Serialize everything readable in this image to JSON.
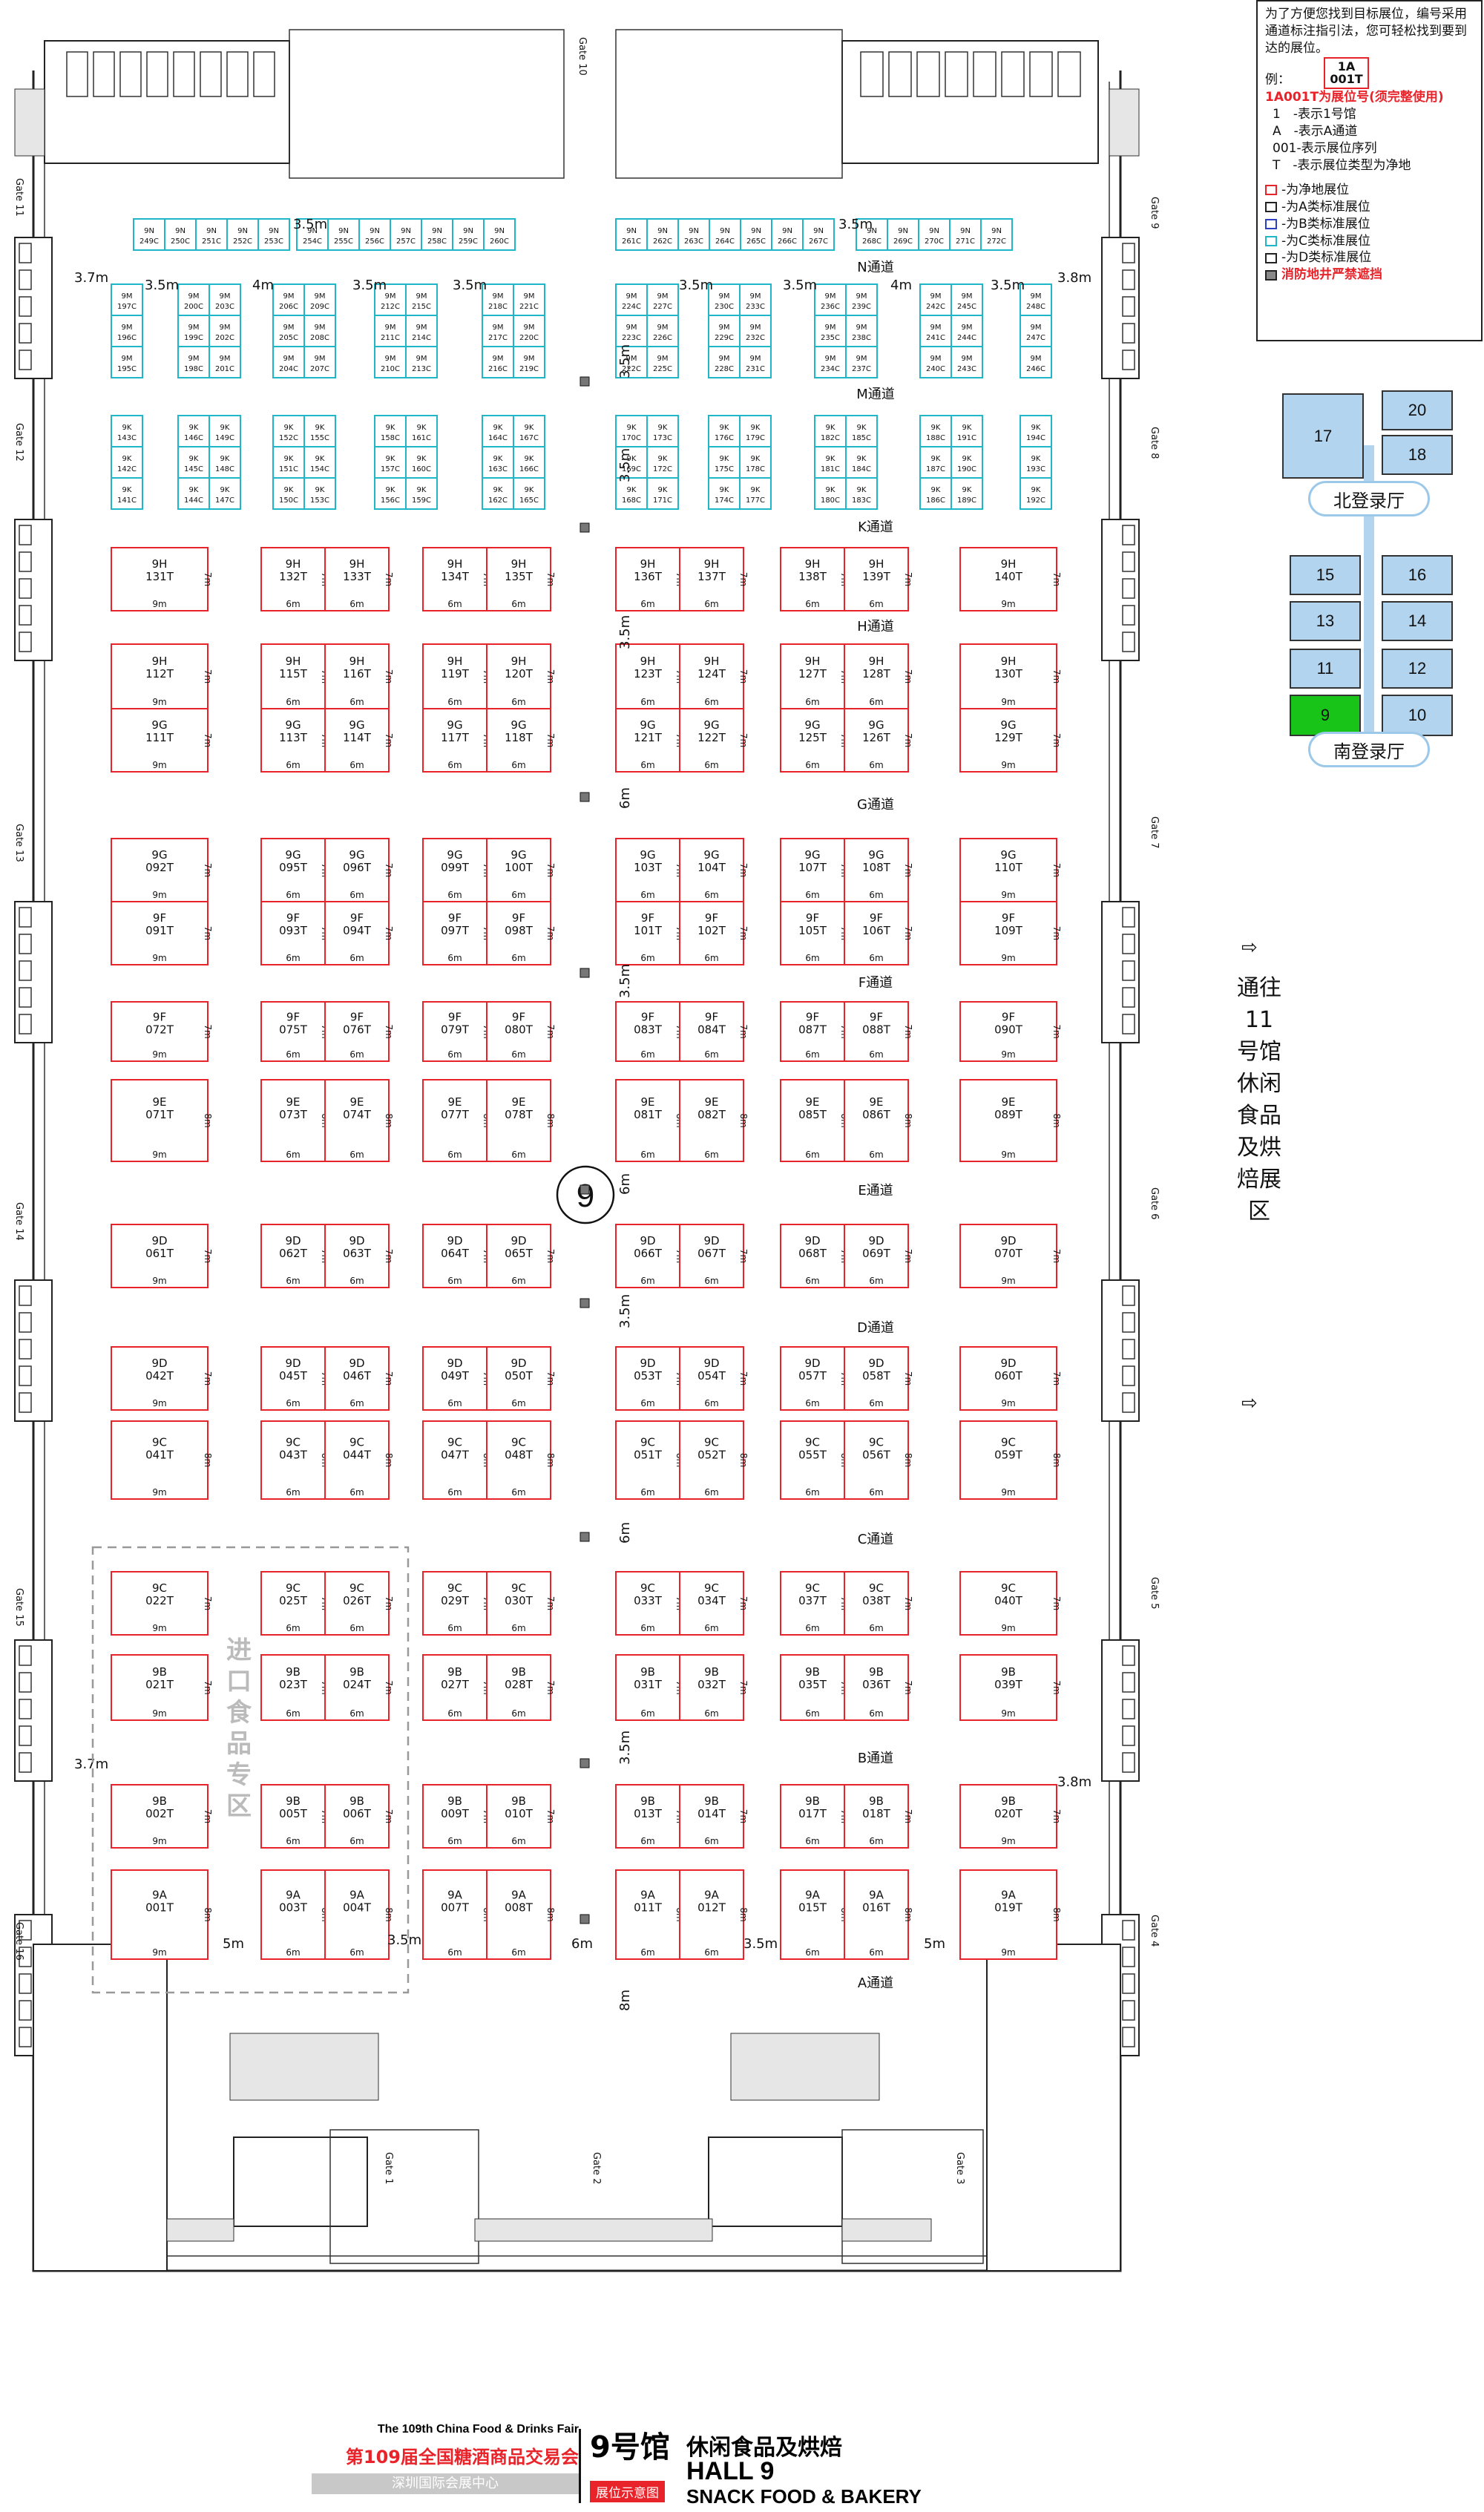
{
  "legend": {
    "intro": "为了方便您找到目标展位，编号采用通道标注指引法，您可轻松找到要到达的展位。",
    "example_label": "例：",
    "example_line1": "1A",
    "example_line2": "001T",
    "example_note": "1A001T为展位号(须完整使用)",
    "explain": [
      "1　-表示1号馆",
      "A　-表示A通道",
      "001-表示展位序列",
      "T　-表示展位类型为净地"
    ],
    "types": [
      {
        "color": "#e8232a",
        "text": "-为净地展位"
      },
      {
        "color": "#222222",
        "text": "-为A类标准展位"
      },
      {
        "color": "#2b3fbf",
        "text": "-为B类标准展位"
      },
      {
        "color": "#1fb6c8",
        "text": "-为C类标准展位"
      },
      {
        "color": "#222222",
        "text": "-为D类标准展位"
      }
    ],
    "fire_note": "消防地井严禁遮挡"
  },
  "halls": {
    "labels": [
      "17",
      "20",
      "18",
      "15",
      "16",
      "13",
      "14",
      "11",
      "12",
      "9",
      "10"
    ],
    "north_lobby": "北登录厅",
    "south_lobby": "南登录厅",
    "current_hall": "9"
  },
  "side_text": "通往11号馆休闲食品及烘焙展区",
  "hall_circle": "9",
  "aisles": [
    "N通道",
    "M通道",
    "K通道",
    "H通道",
    "G通道",
    "F通道",
    "E通道",
    "D通道",
    "C通道",
    "B通道",
    "A通道"
  ],
  "import_zone": "进口食品专区",
  "gates": {
    "left": [
      "Gate 11",
      "Gate 12",
      "Gate 13",
      "Gate 14",
      "Gate 15",
      "Gate 16"
    ],
    "right": [
      "Gate 9",
      "Gate 8",
      "Gate 7",
      "Gate 6",
      "Gate 5",
      "Gate 4"
    ],
    "top": "Gate 10",
    "bottom": [
      "Gate 1",
      "Gate 2",
      "Gate 3"
    ]
  },
  "dimensions": {
    "v_gap": "3.5m",
    "h_gap": "4m",
    "side_left": "3.7m",
    "side_right": "3.8m",
    "six": "6m",
    "eight": "8m",
    "five": "5m",
    "seven": "7m",
    "nine": "9m"
  },
  "booths_t": [
    [
      "9H",
      "131T",
      "9H",
      "132T",
      "9H",
      "133T",
      "9H",
      "134T",
      "9H",
      "135T",
      "9H",
      "136T",
      "9H",
      "137T",
      "9H",
      "138T",
      "9H",
      "139T",
      "9H",
      "140T"
    ],
    [
      "9H",
      "112T",
      "9H",
      "115T",
      "9H",
      "116T",
      "9H",
      "119T",
      "9H",
      "120T",
      "9H",
      "123T",
      "9H",
      "124T",
      "9H",
      "127T",
      "9H",
      "128T",
      "9H",
      "130T"
    ],
    [
      "9G",
      "111T",
      "9G",
      "113T",
      "9G",
      "114T",
      "9G",
      "117T",
      "9G",
      "118T",
      "9G",
      "121T",
      "9G",
      "122T",
      "9G",
      "125T",
      "9G",
      "126T",
      "9G",
      "129T"
    ],
    [
      "9G",
      "092T",
      "9G",
      "095T",
      "9G",
      "096T",
      "9G",
      "099T",
      "9G",
      "100T",
      "9G",
      "103T",
      "9G",
      "104T",
      "9G",
      "107T",
      "9G",
      "108T",
      "9G",
      "110T"
    ],
    [
      "9F",
      "091T",
      "9F",
      "093T",
      "9F",
      "094T",
      "9F",
      "097T",
      "9F",
      "098T",
      "9F",
      "101T",
      "9F",
      "102T",
      "9F",
      "105T",
      "9F",
      "106T",
      "9F",
      "109T"
    ],
    [
      "9F",
      "072T",
      "9F",
      "075T",
      "9F",
      "076T",
      "9F",
      "079T",
      "9F",
      "080T",
      "9F",
      "083T",
      "9F",
      "084T",
      "9F",
      "087T",
      "9F",
      "088T",
      "9F",
      "090T"
    ],
    [
      "9E",
      "071T",
      "9E",
      "073T",
      "9E",
      "074T",
      "9E",
      "077T",
      "9E",
      "078T",
      "9E",
      "081T",
      "9E",
      "082T",
      "9E",
      "085T",
      "9E",
      "086T",
      "9E",
      "089T"
    ],
    [
      "9D",
      "061T",
      "9D",
      "062T",
      "9D",
      "063T",
      "9D",
      "064T",
      "9D",
      "065T",
      "9D",
      "066T",
      "9D",
      "067T",
      "9D",
      "068T",
      "9D",
      "069T",
      "9D",
      "070T"
    ],
    [
      "9D",
      "042T",
      "9D",
      "045T",
      "9D",
      "046T",
      "9D",
      "049T",
      "9D",
      "050T",
      "9D",
      "053T",
      "9D",
      "054T",
      "9D",
      "057T",
      "9D",
      "058T",
      "9D",
      "060T"
    ],
    [
      "9C",
      "041T",
      "9C",
      "043T",
      "9C",
      "044T",
      "9C",
      "047T",
      "9C",
      "048T",
      "9C",
      "051T",
      "9C",
      "052T",
      "9C",
      "055T",
      "9C",
      "056T",
      "9C",
      "059T"
    ],
    [
      "9C",
      "022T",
      "9C",
      "025T",
      "9C",
      "026T",
      "9C",
      "029T",
      "9C",
      "030T",
      "9C",
      "033T",
      "9C",
      "034T",
      "9C",
      "037T",
      "9C",
      "038T",
      "9C",
      "040T"
    ],
    [
      "9B",
      "021T",
      "9B",
      "023T",
      "9B",
      "024T",
      "9B",
      "027T",
      "9B",
      "028T",
      "9B",
      "031T",
      "9B",
      "032T",
      "9B",
      "035T",
      "9B",
      "036T",
      "9B",
      "039T"
    ],
    [
      "9B",
      "002T",
      "9B",
      "005T",
      "9B",
      "006T",
      "9B",
      "009T",
      "9B",
      "010T",
      "9B",
      "013T",
      "9B",
      "014T",
      "9B",
      "017T",
      "9B",
      "018T",
      "9B",
      "020T"
    ],
    [
      "9A",
      "001T",
      "9A",
      "003T",
      "9A",
      "004T",
      "9A",
      "007T",
      "9A",
      "008T",
      "9A",
      "011T",
      "9A",
      "012T",
      "9A",
      "015T",
      "9A",
      "016T",
      "9A",
      "019T"
    ]
  ],
  "booths_c": {
    "row_n": [
      [
        "9N",
        "249C"
      ],
      [
        "9N",
        "250C"
      ],
      [
        "9N",
        "251C"
      ],
      [
        "9N",
        "252C"
      ],
      [
        "9N",
        "253C"
      ],
      [
        "9N",
        "254C"
      ],
      [
        "9N",
        "255C"
      ],
      [
        "9N",
        "256C"
      ],
      [
        "9N",
        "257C"
      ],
      [
        "9N",
        "258C"
      ],
      [
        "9N",
        "259C"
      ],
      [
        "9N",
        "260C"
      ],
      [
        "9N",
        "261C"
      ],
      [
        "9N",
        "262C"
      ],
      [
        "9N",
        "263C"
      ],
      [
        "9N",
        "264C"
      ],
      [
        "9N",
        "265C"
      ],
      [
        "9N",
        "266C"
      ],
      [
        "9N",
        "267C"
      ],
      [
        "9N",
        "268C"
      ],
      [
        "9N",
        "269C"
      ],
      [
        "9N",
        "270C"
      ],
      [
        "9N",
        "271C"
      ],
      [
        "9N",
        "272C"
      ]
    ],
    "m_blocks": [
      [
        [
          "9M",
          "197C"
        ],
        [
          "9M",
          "196C"
        ],
        [
          "9M",
          "195C"
        ]
      ],
      [
        [
          "9M",
          "200C"
        ],
        [
          "9M",
          "203C"
        ],
        [
          "9M",
          "199C"
        ],
        [
          "9M",
          "202C"
        ],
        [
          "9M",
          "198C"
        ],
        [
          "9M",
          "201C"
        ]
      ],
      [
        [
          "9M",
          "206C"
        ],
        [
          "9M",
          "209C"
        ],
        [
          "9M",
          "205C"
        ],
        [
          "9M",
          "208C"
        ],
        [
          "9M",
          "204C"
        ],
        [
          "9M",
          "207C"
        ]
      ],
      [
        [
          "9M",
          "212C"
        ],
        [
          "9M",
          "215C"
        ],
        [
          "9M",
          "211C"
        ],
        [
          "9M",
          "214C"
        ],
        [
          "9M",
          "210C"
        ],
        [
          "9M",
          "213C"
        ]
      ],
      [
        [
          "9M",
          "218C"
        ],
        [
          "9M",
          "221C"
        ],
        [
          "9M",
          "217C"
        ],
        [
          "9M",
          "220C"
        ],
        [
          "9M",
          "216C"
        ],
        [
          "9M",
          "219C"
        ]
      ],
      [
        [
          "9M",
          "224C"
        ],
        [
          "9M",
          "227C"
        ],
        [
          "9M",
          "223C"
        ],
        [
          "9M",
          "226C"
        ],
        [
          "9M",
          "222C"
        ],
        [
          "9M",
          "225C"
        ]
      ],
      [
        [
          "9M",
          "230C"
        ],
        [
          "9M",
          "233C"
        ],
        [
          "9M",
          "229C"
        ],
        [
          "9M",
          "232C"
        ],
        [
          "9M",
          "228C"
        ],
        [
          "9M",
          "231C"
        ]
      ],
      [
        [
          "9M",
          "236C"
        ],
        [
          "9M",
          "239C"
        ],
        [
          "9M",
          "235C"
        ],
        [
          "9M",
          "238C"
        ],
        [
          "9M",
          "234C"
        ],
        [
          "9M",
          "237C"
        ]
      ],
      [
        [
          "9M",
          "242C"
        ],
        [
          "9M",
          "245C"
        ],
        [
          "9M",
          "241C"
        ],
        [
          "9M",
          "244C"
        ],
        [
          "9M",
          "240C"
        ],
        [
          "9M",
          "243C"
        ]
      ],
      [
        [
          "9M",
          "248C"
        ],
        [
          "9M",
          "247C"
        ],
        [
          "9M",
          "246C"
        ]
      ]
    ],
    "k_blocks": [
      [
        [
          "9K",
          "143C"
        ],
        [
          "9K",
          "142C"
        ],
        [
          "9K",
          "141C"
        ]
      ],
      [
        [
          "9K",
          "146C"
        ],
        [
          "9K",
          "149C"
        ],
        [
          "9K",
          "145C"
        ],
        [
          "9K",
          "148C"
        ],
        [
          "9K",
          "144C"
        ],
        [
          "9K",
          "147C"
        ]
      ],
      [
        [
          "9K",
          "152C"
        ],
        [
          "9K",
          "155C"
        ],
        [
          "9K",
          "151C"
        ],
        [
          "9K",
          "154C"
        ],
        [
          "9K",
          "150C"
        ],
        [
          "9K",
          "153C"
        ]
      ],
      [
        [
          "9K",
          "158C"
        ],
        [
          "9K",
          "161C"
        ],
        [
          "9K",
          "157C"
        ],
        [
          "9K",
          "160C"
        ],
        [
          "9K",
          "156C"
        ],
        [
          "9K",
          "159C"
        ]
      ],
      [
        [
          "9K",
          "164C"
        ],
        [
          "9K",
          "167C"
        ],
        [
          "9K",
          "163C"
        ],
        [
          "9K",
          "166C"
        ],
        [
          "9K",
          "162C"
        ],
        [
          "9K",
          "165C"
        ]
      ],
      [
        [
          "9K",
          "170C"
        ],
        [
          "9K",
          "173C"
        ],
        [
          "9K",
          "169C"
        ],
        [
          "9K",
          "172C"
        ],
        [
          "9K",
          "168C"
        ],
        [
          "9K",
          "171C"
        ]
      ],
      [
        [
          "9K",
          "176C"
        ],
        [
          "9K",
          "179C"
        ],
        [
          "9K",
          "175C"
        ],
        [
          "9K",
          "178C"
        ],
        [
          "9K",
          "174C"
        ],
        [
          "9K",
          "177C"
        ]
      ],
      [
        [
          "9K",
          "182C"
        ],
        [
          "9K",
          "185C"
        ],
        [
          "9K",
          "181C"
        ],
        [
          "9K",
          "184C"
        ],
        [
          "9K",
          "180C"
        ],
        [
          "9K",
          "183C"
        ]
      ],
      [
        [
          "9K",
          "188C"
        ],
        [
          "9K",
          "191C"
        ],
        [
          "9K",
          "187C"
        ],
        [
          "9K",
          "190C"
        ],
        [
          "9K",
          "186C"
        ],
        [
          "9K",
          "189C"
        ]
      ],
      [
        [
          "9K",
          "194C"
        ],
        [
          "9K",
          "193C"
        ],
        [
          "9K",
          "192C"
        ]
      ]
    ]
  },
  "footer": {
    "fair_en": "The 109th China Food & Drinks Fair",
    "fair_cn": "第109届全国糖酒商品交易会",
    "venue": "深圳国际会展中心",
    "hall_cn": "9号馆",
    "category_cn": "休闲食品及烘焙",
    "tag": "展位示意图",
    "hall_en": "HALL 9",
    "category_en": "SNACK FOOD & BAKERY"
  }
}
